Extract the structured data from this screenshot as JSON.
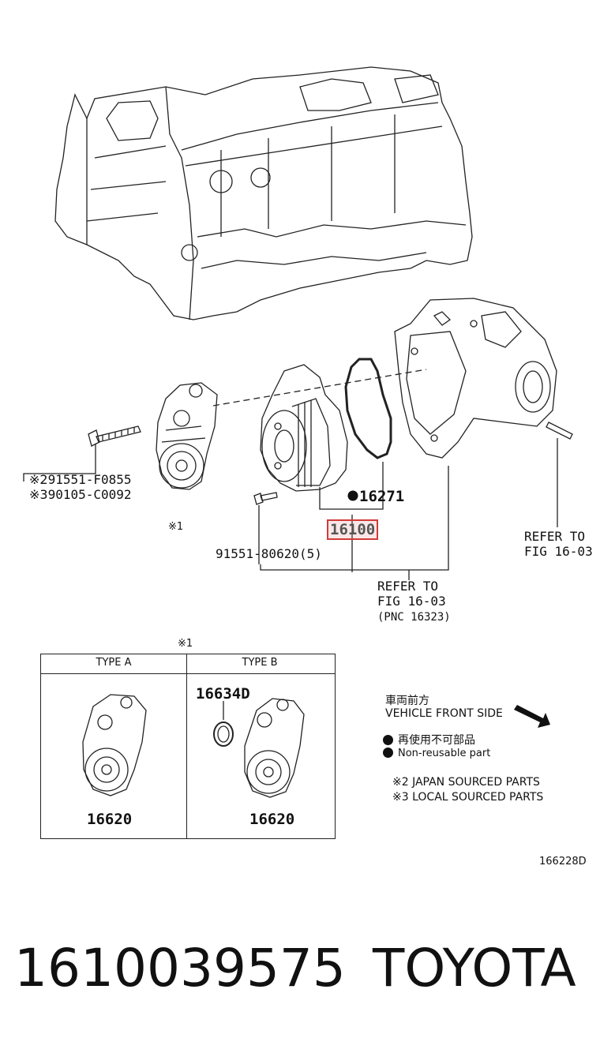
{
  "labels": {
    "bolt_a_mark": "※2",
    "bolt_a_part": "91551-F0855",
    "bolt_b_mark": "※3",
    "bolt_b_part": "90105-C0092",
    "tensioner_mark": "※1",
    "gasket_part": "16271",
    "pump_part": "16100",
    "pump_bolt_part": "91551-80620(5)",
    "refer_right_1": "REFER TO",
    "refer_right_2": "FIG 16-03",
    "refer_bottom_1": "REFER TO",
    "refer_bottom_2": "FIG 16-03",
    "refer_bottom_3": "(PNC 16323)"
  },
  "table": {
    "mark": "※1",
    "col_a": "TYPE A",
    "col_b": "TYPE B",
    "seal_part": "16634D",
    "part_a": "16620",
    "part_b": "16620"
  },
  "legend": {
    "front_jp": "車両前方",
    "front_en": "VEHICLE FRONT SIDE",
    "nonreuse_jp": "再使用不可部品",
    "nonreuse_en": "Non-reusable part",
    "mark2": "※2",
    "japan": "JAPAN SOURCED PARTS",
    "mark3": "※3",
    "local": "LOCAL SOURCED PARTS"
  },
  "diagram_id": "166228D",
  "footer": {
    "part_number": "1610039575",
    "brand": "TOYOTA"
  }
}
